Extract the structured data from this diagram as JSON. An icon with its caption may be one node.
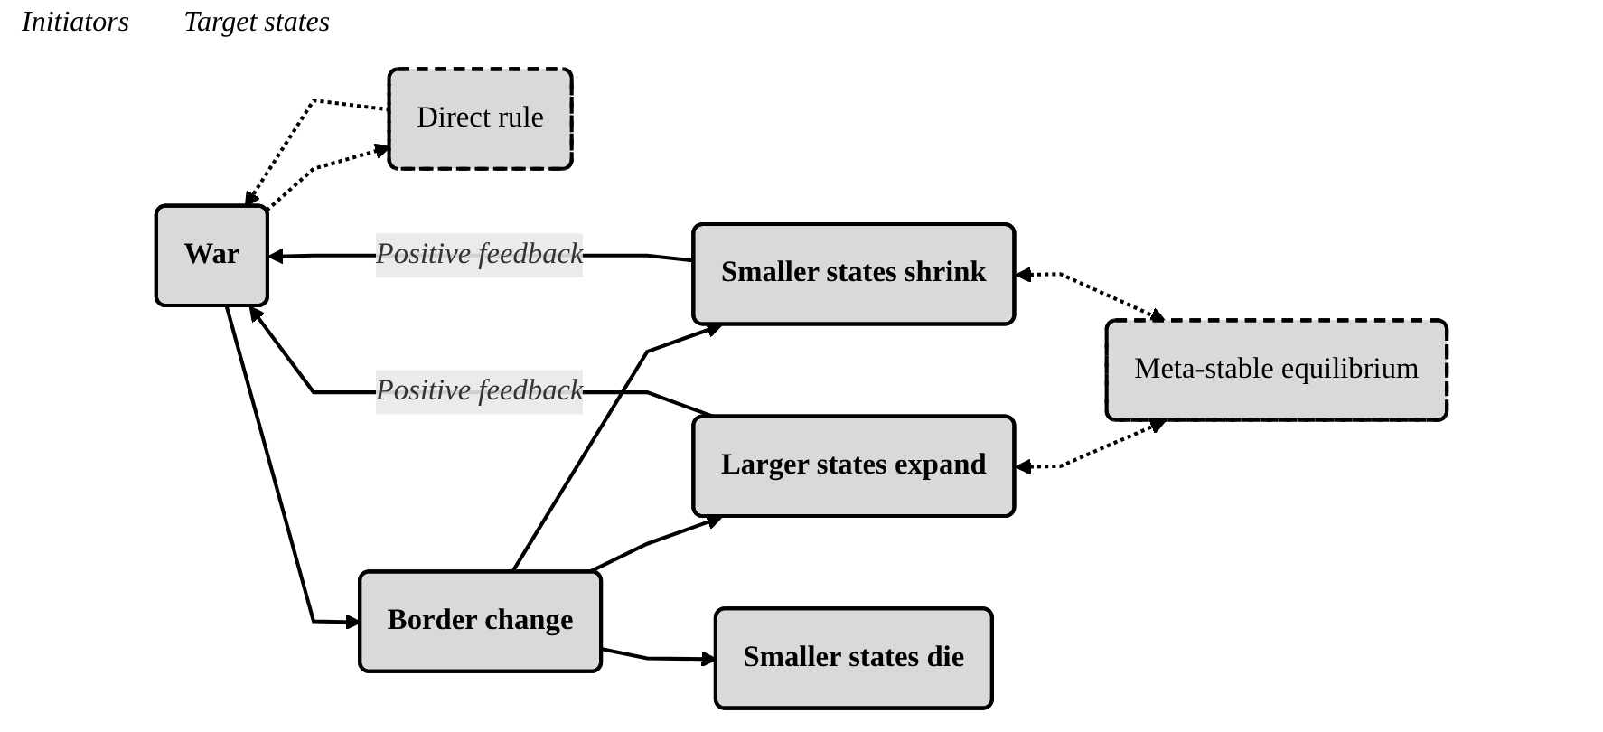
{
  "diagram": {
    "nodes": [
      {
        "text": [
          "War"
        ]
      },
      {
        "text": [
          "Direct rule"
        ]
      },
      {
        "text": [
          "Border change"
        ]
      },
      {
        "text": [
          "Larger states expand"
        ]
      },
      {
        "text": [
          "Smaller states shrink"
        ]
      },
      {
        "text": [
          "Smaller states die"
        ]
      },
      {
        "text": [
          "Meta-stable equilibrium"
        ]
      }
    ],
    "edges": [
      {
        "from": 0,
        "to": 1,
        "arrow": "to",
        "style": "dashed"
      },
      {
        "from": 1,
        "to": 0,
        "arrow": "to",
        "style": "dashed"
      },
      {
        "from": 0,
        "to": 2,
        "arrow": "to"
      },
      {
        "from": 2,
        "to": 3,
        "arrow": "to"
      },
      {
        "from": 2,
        "to": 4,
        "arrow": "to"
      },
      {
        "from": 2,
        "to": 5,
        "arrow": "to"
      },
      {
        "from": 3,
        "to": 6,
        "arrow": "both",
        "style": "dashed"
      },
      {
        "from": 4,
        "to": 6,
        "arrow": "both",
        "style": "dashed"
      },
      {
        "from": 3,
        "to": 0,
        "arrow": "to",
        "label": "Positive feedback"
      },
      {
        "from": 4,
        "to": 0,
        "arrow": "to",
        "label": "Positive feedback"
      }
    ],
    "labels": [
      "Initiators",
      "Target states"
    ]
  }
}
